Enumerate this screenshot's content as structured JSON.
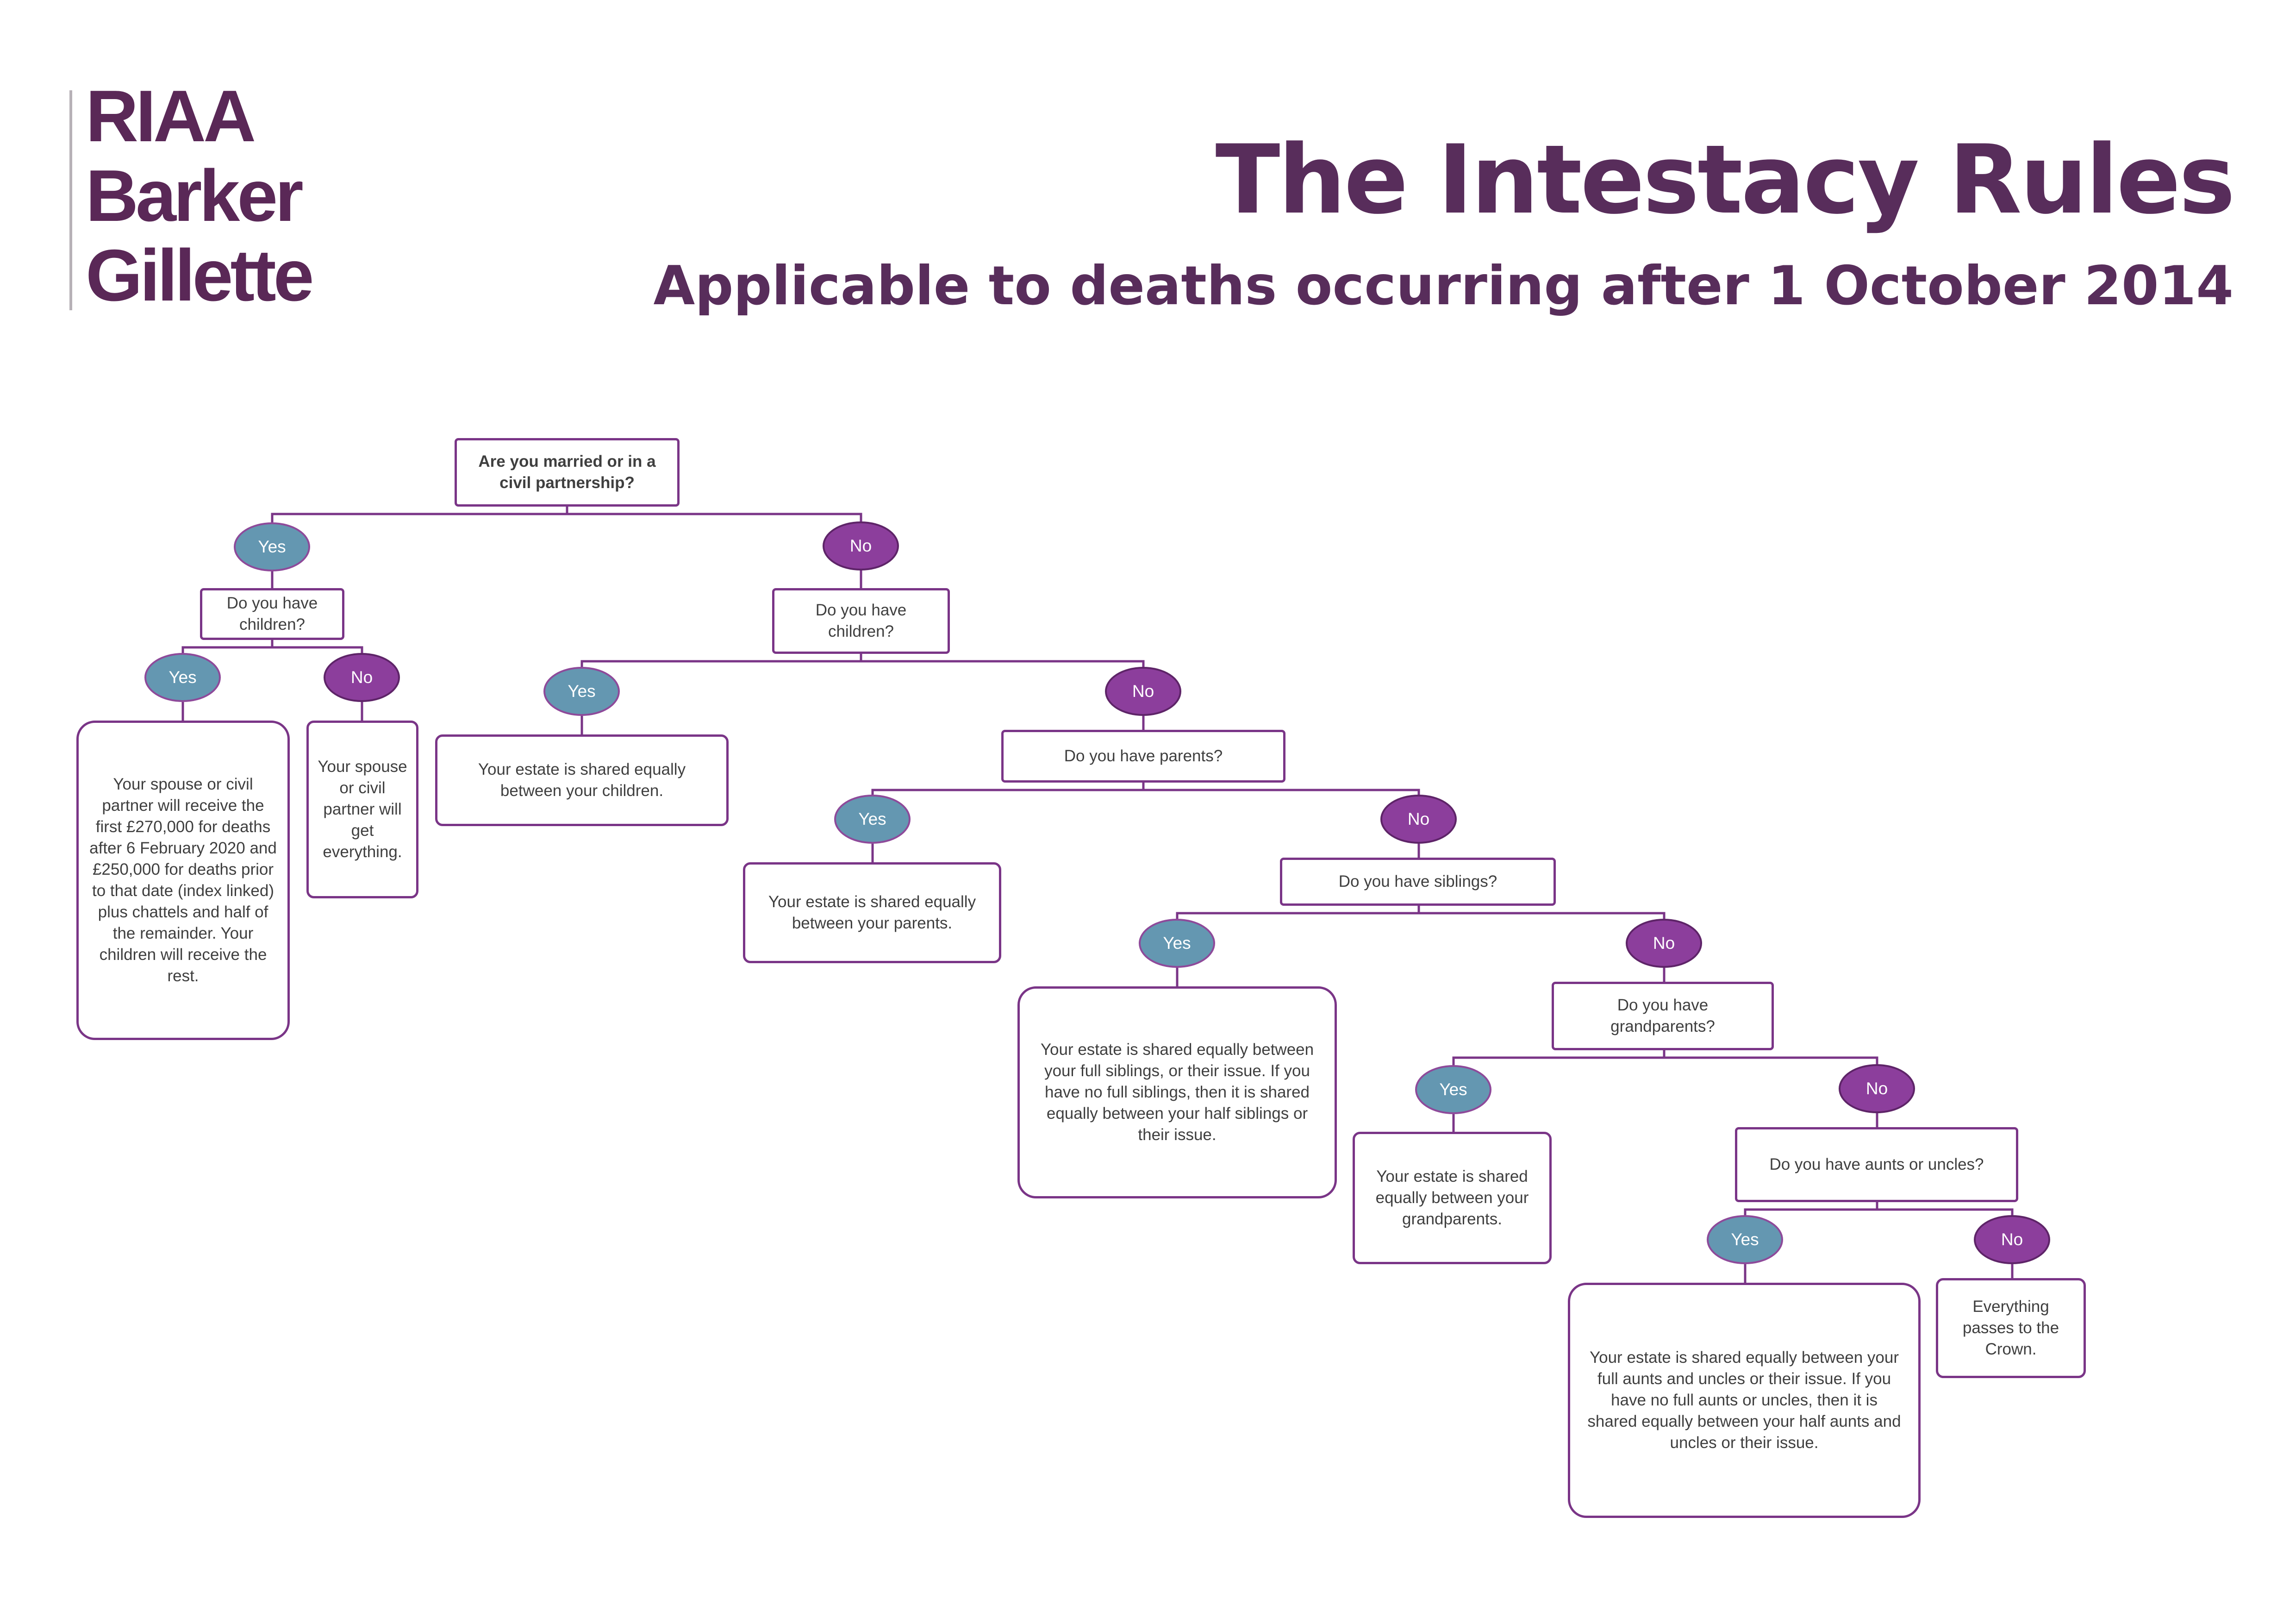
{
  "logo": {
    "line1": "RIAA",
    "line2": "Barker",
    "line3": "Gillette"
  },
  "header": {
    "title": "The Intestacy Rules",
    "subtitle": "Applicable to deaths occurring after 1 October 2014"
  },
  "colors": {
    "brand": "#582d5b",
    "yes": "#6497b1",
    "no": "#8c3e9c",
    "line": "#7a3587"
  },
  "labels": {
    "yes": "Yes",
    "no": "No"
  },
  "nodes": {
    "q_married": "Are you married or in a civil partnership?",
    "q_children_married": "Do you have children?",
    "q_children_unmarried": "Do you have children?",
    "q_parents": "Do you have parents?",
    "q_siblings": "Do you have siblings?",
    "q_grandparents": "Do you have grandparents?",
    "q_aunts": "Do you have aunts or uncles?",
    "r_spouse_children": "Your spouse or civil partner will receive the first £270,000 for deaths after 6 February 2020 and £250,000 for deaths prior to that date (index linked) plus chattels and half of the remainder. Your children will receive the rest.",
    "r_spouse_all": "Your spouse or civil partner will get everything.",
    "r_children": "Your estate is shared equally between your children.",
    "r_parents": "Your estate is shared equally between your parents.",
    "r_siblings": "Your estate is shared equally between your full siblings, or their issue. If you have no full siblings, then it is shared equally between your half siblings or their issue.",
    "r_grandparents": "Your estate is shared equally between your grandparents.",
    "r_aunts": "Your estate is shared equally between your full aunts and uncles or their issue. If you have no full aunts or uncles, then it is shared equally between your half aunts and uncles or their issue.",
    "r_crown": "Everything passes to the Crown."
  }
}
